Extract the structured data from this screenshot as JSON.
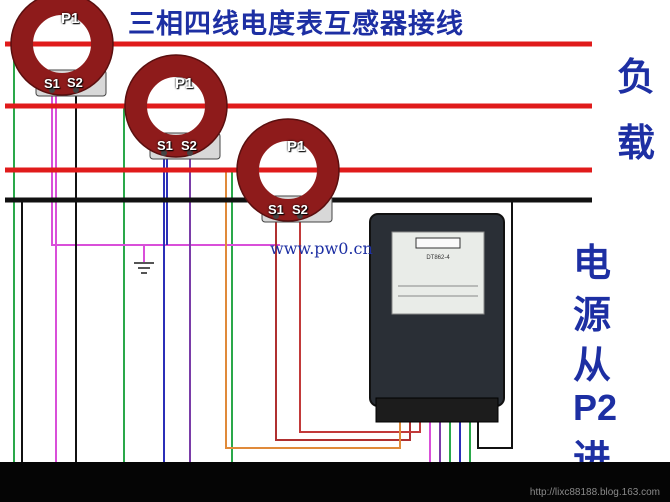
{
  "title": "三相四线电度表互感器接线",
  "side_text": {
    "load": [
      "负",
      "载"
    ],
    "power_source": [
      "电",
      "源",
      "从",
      "P2",
      "进"
    ]
  },
  "watermark": "www.pw0.cn",
  "transformers": [
    {
      "p1": "P1",
      "s1": "S1",
      "s2": "S2"
    },
    {
      "p1": "P1",
      "s1": "S1",
      "s2": "S2"
    },
    {
      "p1": "P1",
      "s1": "S1",
      "s2": "S2"
    }
  ],
  "meter_model": "DT862-4",
  "footer_url": "http://lixc88188.blog.163.com",
  "colors": {
    "phase_line": "#e01b1b",
    "neutral_line": "#111111",
    "text_blue": "#1d2fa3",
    "ct_body": "#8e1b1b",
    "meter_body": "#2a2f36"
  }
}
